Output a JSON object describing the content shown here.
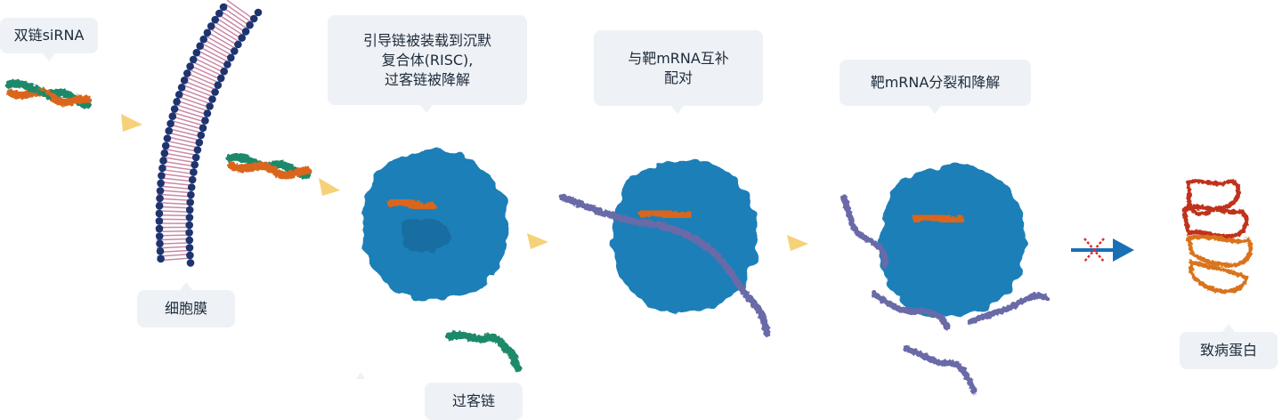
{
  "labels": {
    "dsirna": "双链siRNA",
    "membrane": "细胞膜",
    "risc_loading": "引导链被装载到沉默\n复合体(RISC),\n过客链被降解",
    "passenger": "过客链",
    "target_pairing": "与靶mRNA互补\n配对",
    "cleavage": "靶mRNA分裂和降解",
    "pathogenic_protein": "致病蛋白"
  },
  "colors": {
    "callout_bg": "#eef2f6",
    "text": "#1e2a3a",
    "arrow": "#f5d27a",
    "risc": "#1f7fb8",
    "risc_dark": "#155f8c",
    "guide_strand": "#d9661a",
    "passenger_strand": "#1e8a6a",
    "mrna": "#6b6aa8",
    "membrane_head": "#1e3470",
    "membrane_tail": "#c98aa6",
    "inhibit_arrow": "#1a6fb5",
    "inhibit_x": "#e03030",
    "protein_red": "#c0301a",
    "protein_orange": "#d9731a"
  },
  "icons": [
    "step-arrow-icon",
    "inhibition-cross-icon"
  ]
}
